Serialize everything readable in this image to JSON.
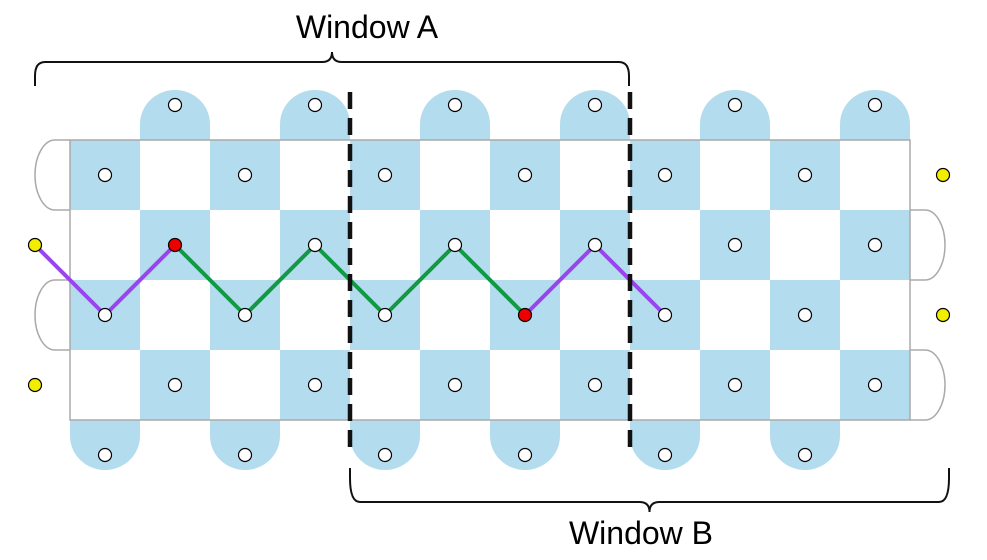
{
  "labels": {
    "window_a": "Window A",
    "window_b": "Window B"
  },
  "colors": {
    "tile": "#b3dcee",
    "board_border": "#aaaaaa",
    "qubit_fill": "#ffffff",
    "highlight_red": "#ee0000",
    "highlight_yellow": "#f2ee00",
    "path_green": "#119944",
    "path_purple": "#9944ee",
    "window_boundary": "#111111",
    "brace": "#111111"
  },
  "lattice": {
    "columns": 12,
    "rows": 4
  }
}
